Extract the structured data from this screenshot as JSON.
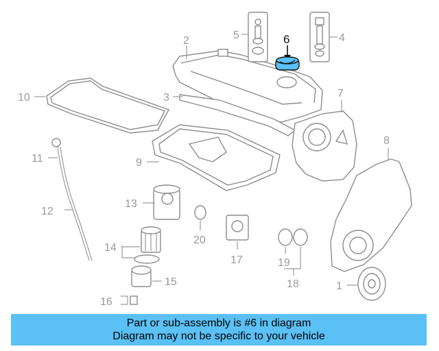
{
  "diagram": {
    "callouts": [
      {
        "id": "1",
        "label": "1"
      },
      {
        "id": "2",
        "label": "2"
      },
      {
        "id": "3",
        "label": "3"
      },
      {
        "id": "4",
        "label": "4"
      },
      {
        "id": "5",
        "label": "5"
      },
      {
        "id": "6",
        "label": "6",
        "highlighted": true
      },
      {
        "id": "7",
        "label": "7"
      },
      {
        "id": "8",
        "label": "8"
      },
      {
        "id": "9",
        "label": "9"
      },
      {
        "id": "10",
        "label": "10"
      },
      {
        "id": "11",
        "label": "11"
      },
      {
        "id": "12",
        "label": "12"
      },
      {
        "id": "13",
        "label": "13"
      },
      {
        "id": "14",
        "label": "14"
      },
      {
        "id": "15",
        "label": "15"
      },
      {
        "id": "16",
        "label": "16"
      },
      {
        "id": "17",
        "label": "17"
      },
      {
        "id": "18",
        "label": "18"
      },
      {
        "id": "19",
        "label": "19"
      },
      {
        "id": "20",
        "label": "20"
      }
    ],
    "highlight_color": "#5bc0f5",
    "line_color": "#8c8c8c"
  },
  "banner": {
    "line1": "Part or sub-assembly is #6 in diagram",
    "line2": "Diagram may not be specific to your vehicle",
    "background": "#5bc0f5"
  }
}
